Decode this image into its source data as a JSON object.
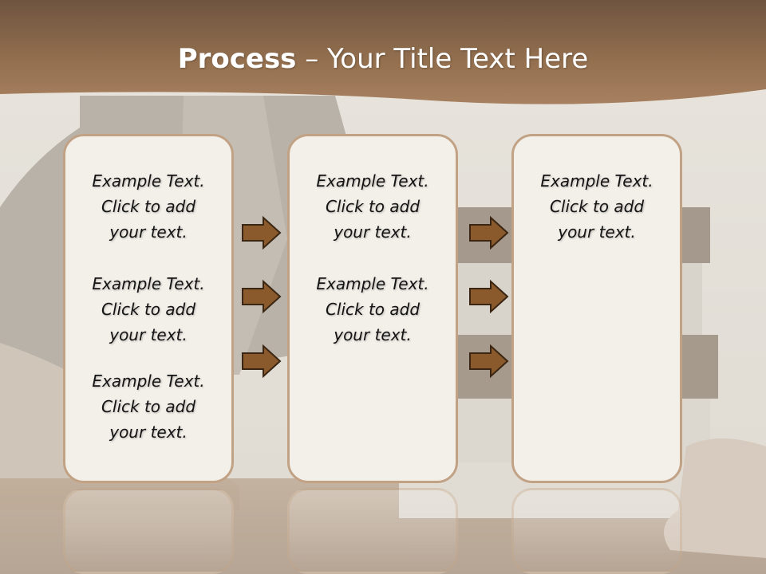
{
  "title": {
    "bold": "Process",
    "rest": " – Your Title Text Here"
  },
  "colors": {
    "header": "#8e6a4c",
    "box_border": "#c2a285",
    "box_fill": "#f3efe9",
    "arrow_fill": "#8a5a2c",
    "arrow_stroke": "#3a2612"
  },
  "columns": [
    {
      "items": [
        {
          "lines": [
            "Example Text.",
            "Click  to add",
            "your text."
          ]
        },
        {
          "lines": [
            "Example Text.",
            "Click  to add",
            "your text."
          ]
        },
        {
          "lines": [
            "Example Text.",
            "Click  to add",
            "your text."
          ]
        }
      ]
    },
    {
      "items": [
        {
          "lines": [
            "Example Text.",
            "Click  to add",
            "your text."
          ]
        },
        {
          "lines": [
            "Example Text.",
            "Click  to add",
            "your text."
          ]
        }
      ]
    },
    {
      "items": [
        {
          "lines": [
            "Example Text.",
            "Click  to add",
            "your text."
          ]
        }
      ]
    }
  ],
  "arrow_icon": "right-arrow-icon"
}
